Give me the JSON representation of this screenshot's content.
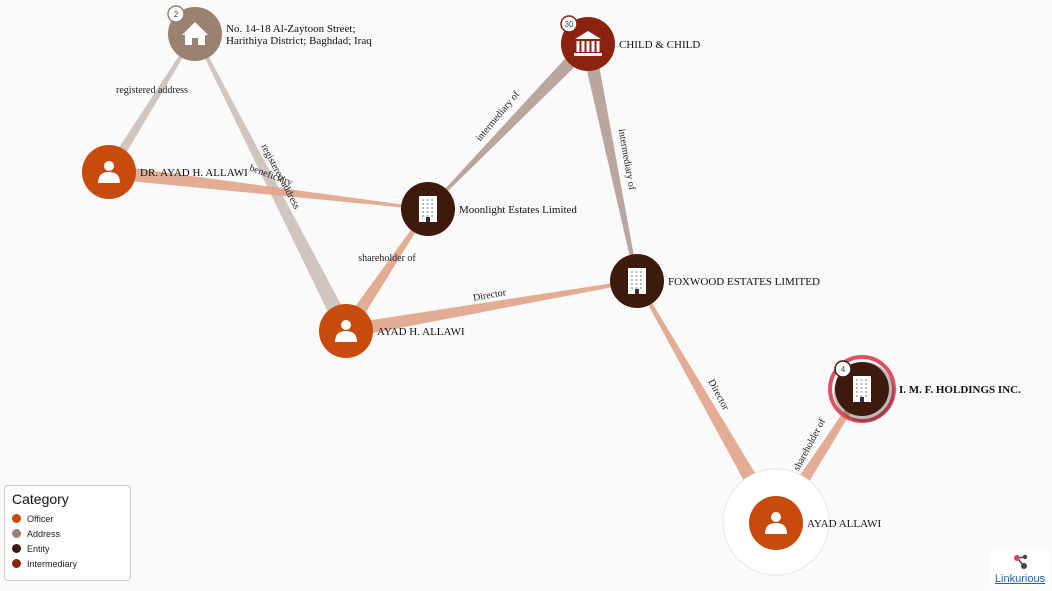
{
  "colors": {
    "officer": "#c74b0c",
    "address": "#9b8170",
    "entity": "#3d1a0c",
    "intermediary": "#8c2310",
    "edge_officer": "#e0a48a",
    "edge_address": "#cbbfb8",
    "edge_intermediary": "#b39c92",
    "selected_ring": "#e05060",
    "link": "#1e63b4"
  },
  "nodes": [
    {
      "id": "addr1",
      "category": "address",
      "icon": "house-icon",
      "badge": "2",
      "label_lines": [
        "No. 14-18 Al-Zaytoon Street;",
        "Harithiya District; Baghdad; Iraq"
      ]
    },
    {
      "id": "child",
      "category": "intermediary",
      "icon": "bank-icon",
      "badge": "30",
      "label_lines": [
        "CHILD & CHILD"
      ]
    },
    {
      "id": "dr_ayad",
      "category": "officer",
      "icon": "person-icon",
      "label_lines": [
        "DR. AYAD H. ALLAWI"
      ]
    },
    {
      "id": "moonlight",
      "category": "entity",
      "icon": "building-icon",
      "label_lines": [
        "Moonlight Estates Limited"
      ]
    },
    {
      "id": "foxwood",
      "category": "entity",
      "icon": "building-icon",
      "label_lines": [
        "FOXWOOD ESTATES LIMITED"
      ]
    },
    {
      "id": "ayad_h",
      "category": "officer",
      "icon": "person-icon",
      "label_lines": [
        "AYAD H. ALLAWI"
      ]
    },
    {
      "id": "imf",
      "category": "entity",
      "icon": "building-icon",
      "badge": "4",
      "selected": true,
      "label_lines": [
        "I. M. F. HOLDINGS INC."
      ]
    },
    {
      "id": "ayad",
      "category": "officer",
      "icon": "person-icon",
      "highlighted": true,
      "label_lines": [
        "AYAD ALLAWI"
      ]
    }
  ],
  "edges": [
    {
      "from": "addr1",
      "to": "dr_ayad",
      "label": "registered address",
      "kind": "address"
    },
    {
      "from": "addr1",
      "to": "ayad_h",
      "label": "registered address",
      "kind": "address"
    },
    {
      "from": "dr_ayad",
      "to": "moonlight",
      "label": "beneficiary",
      "kind": "officer"
    },
    {
      "from": "moonlight",
      "to": "ayad_h",
      "label": "shareholder of",
      "kind": "officer"
    },
    {
      "from": "child",
      "to": "moonlight",
      "label": "intermediary of",
      "kind": "intermediary"
    },
    {
      "from": "child",
      "to": "foxwood",
      "label": "intermediary of",
      "kind": "intermediary"
    },
    {
      "from": "ayad_h",
      "to": "foxwood",
      "label": "Director",
      "kind": "officer"
    },
    {
      "from": "foxwood",
      "to": "ayad",
      "label": "Director",
      "kind": "officer"
    },
    {
      "from": "ayad",
      "to": "imf",
      "label": "shareholder of",
      "kind": "officer"
    }
  ],
  "legend": {
    "title": "Category",
    "items": [
      {
        "label": "Officer",
        "color": "#c74b0c"
      },
      {
        "label": "Address",
        "color": "#9b8170"
      },
      {
        "label": "Entity",
        "color": "#3d1a0c"
      },
      {
        "label": "Intermediary",
        "color": "#8c2310"
      }
    ]
  },
  "brand": {
    "label": "Linkurious"
  }
}
